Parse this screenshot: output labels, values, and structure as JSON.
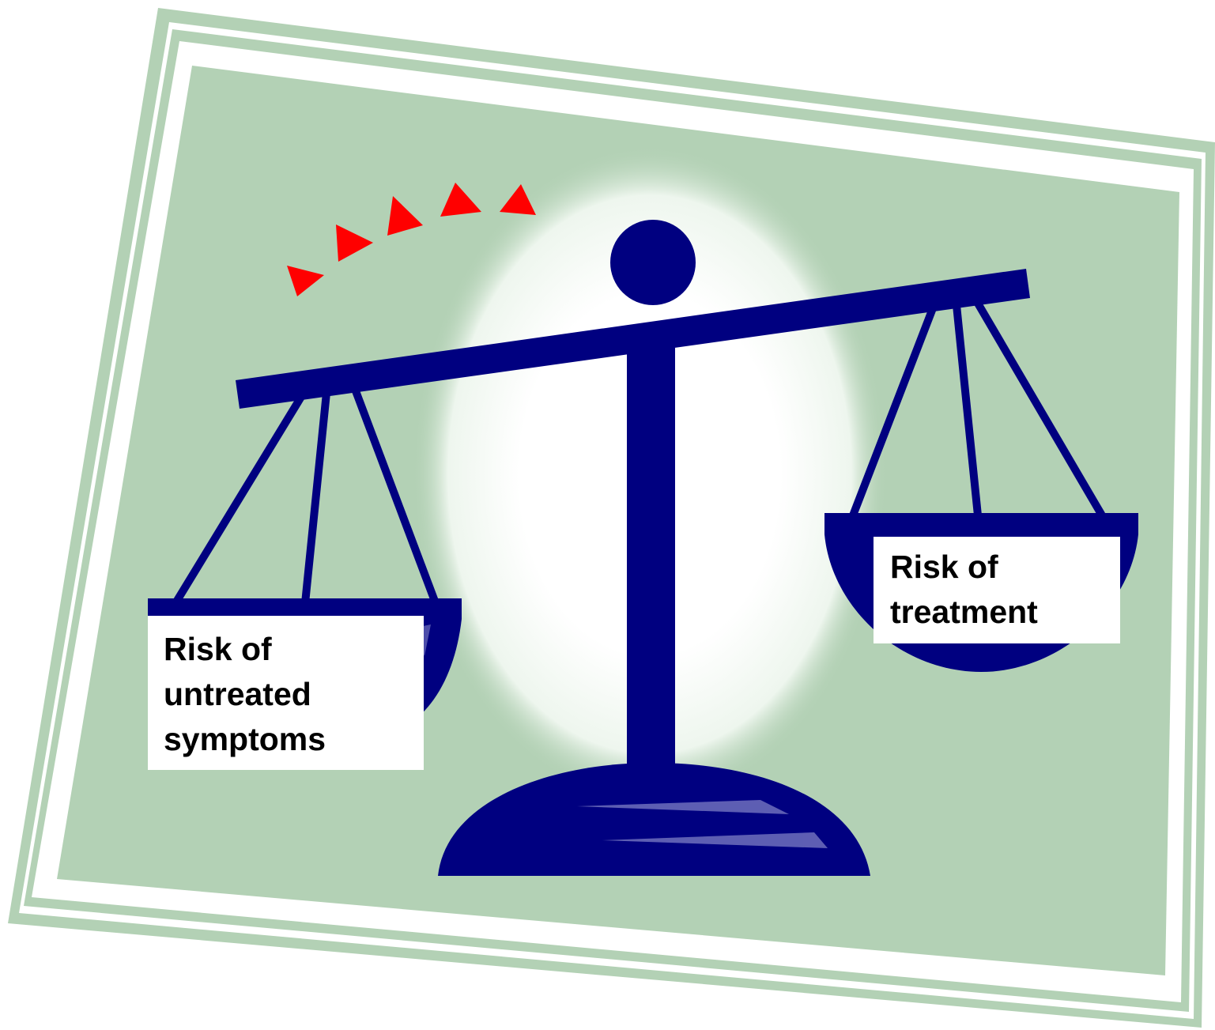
{
  "colors": {
    "frame_green": "#b3d1b5",
    "scale_navy": "#000080",
    "arrow_red": "#ff0000",
    "glow_white": "#ffffff",
    "label_background": "#ffffff",
    "label_text": "#000000"
  },
  "icons": {
    "scale": "balance-scale-icon",
    "arrows": "tilt-arrow-icon"
  },
  "labels": {
    "left_pan": [
      "Risk of",
      "untreated",
      "symptoms"
    ],
    "right_pan": [
      "Risk of",
      "treatment"
    ]
  }
}
